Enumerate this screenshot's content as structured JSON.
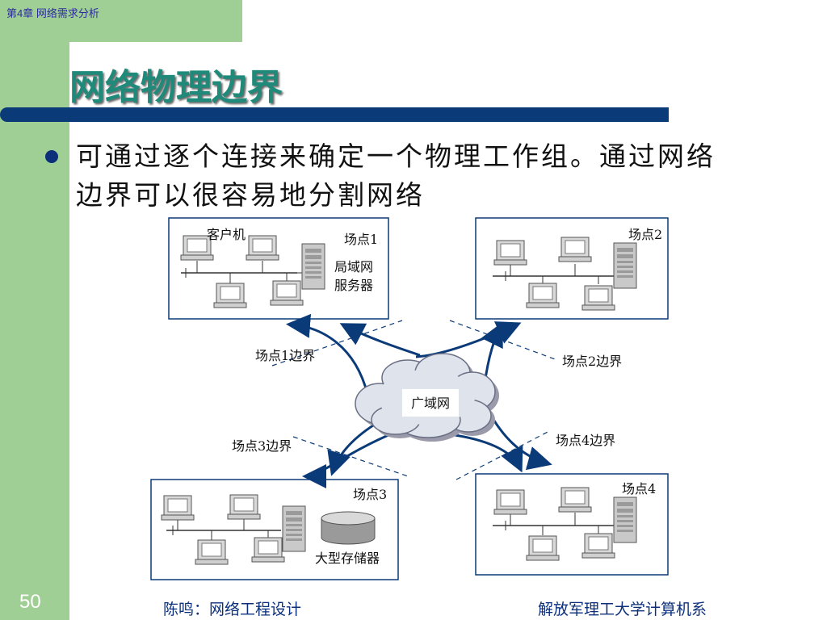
{
  "header": {
    "chapter": "第4章 网络需求分析"
  },
  "slide": {
    "title": "网络物理边界",
    "bullet_line1": "可通过逐个连接来确定一个物理工作组。通过网络",
    "bullet_line2": "边界可以很容易地分割网络",
    "page_number": "50"
  },
  "footer": {
    "left": "陈鸣：网络工程设计",
    "right": "解放军理工大学计算机系"
  },
  "diagram": {
    "site1": {
      "client_label": "客户机",
      "name": "场点1",
      "server_line1": "局域网",
      "server_line2": "服务器"
    },
    "site2": {
      "name": "场点2"
    },
    "site3": {
      "name": "场点3",
      "storage_label": "大型存储器"
    },
    "site4": {
      "name": "场点4"
    },
    "wan_label": "广域网",
    "boundary1": "场点1边界",
    "boundary2": "场点2边界",
    "boundary3": "场点3边界",
    "boundary4": "场点4边界"
  },
  "colors": {
    "sidebar": "#9fcf94",
    "title": "#1f8a7a",
    "title_bar": "#0b3a78",
    "arrow": "#0b3a78",
    "text_blue": "#0b2f7a"
  }
}
